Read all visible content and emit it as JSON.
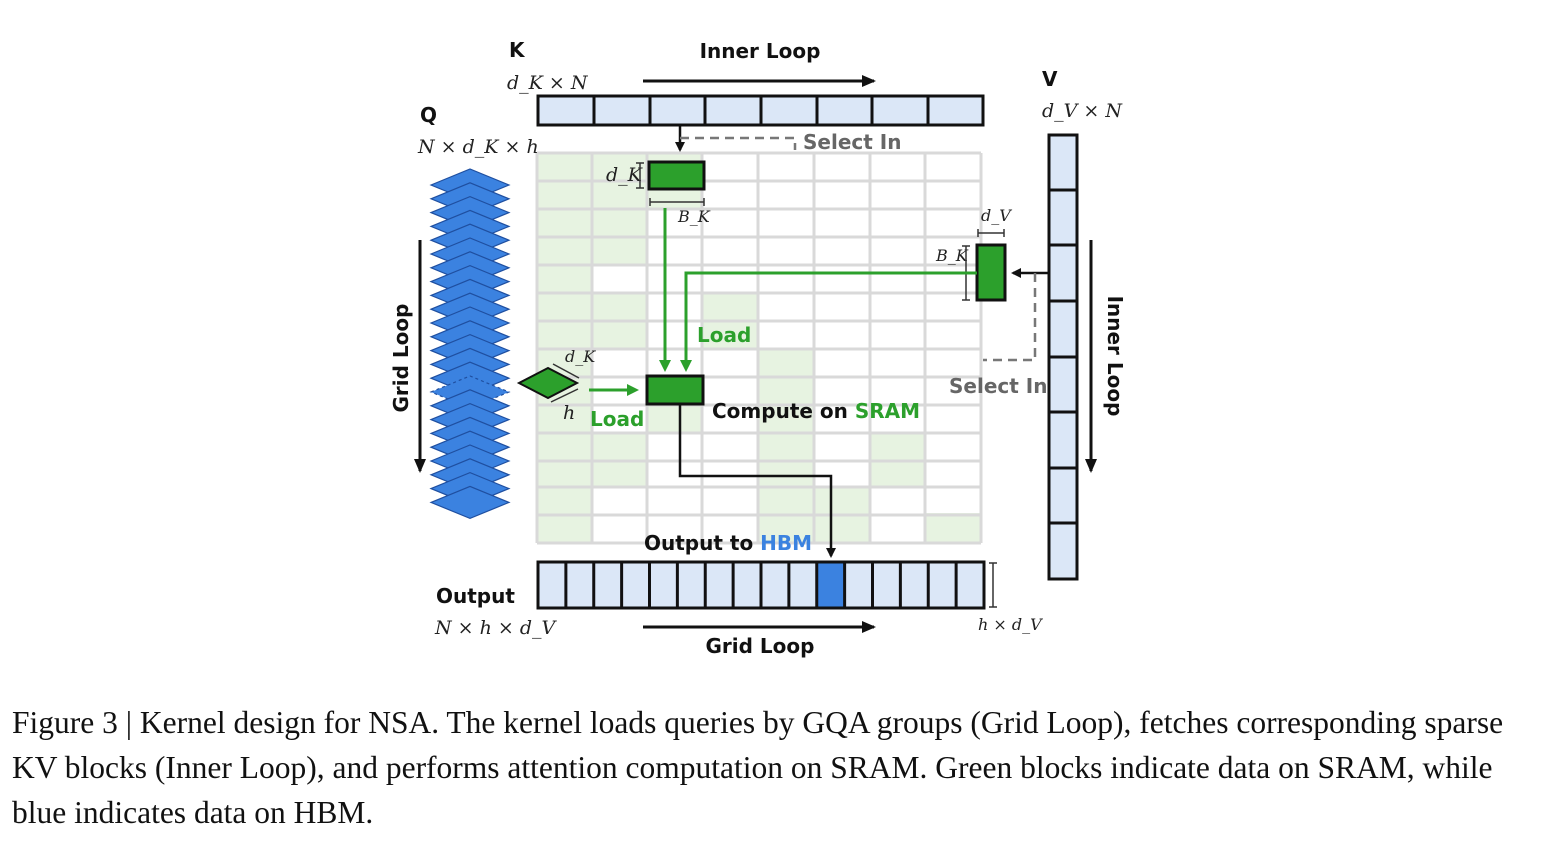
{
  "labels": {
    "k": "K",
    "k_dims": "d_K × N",
    "inner_loop_top": "Inner Loop",
    "q": "Q",
    "q_dims": "N × d_K × h",
    "v": "V",
    "v_dims": "d_V × N",
    "select_in_top": "Select In",
    "select_in_right": "Select In",
    "dk_block": "d_K",
    "bk_block": "B_K",
    "dv_block": "d_V",
    "bk_v_block": "B_K",
    "load_kv": "Load",
    "load_q": "Load",
    "dk_q": "d_K",
    "h_q": "h",
    "compute_prefix": "Compute on ",
    "compute_highlight": "SRAM",
    "grid_loop_left": "Grid Loop",
    "inner_loop_right": "Inner Loop",
    "output_to_prefix": "Output to ",
    "output_to_highlight": "HBM",
    "output": "Output",
    "output_dims": "N × h × d_V",
    "out_block_dims": "h × d_V",
    "grid_loop_bottom": "Grid Loop"
  },
  "caption": "Figure 3 | Kernel design for NSA. The kernel loads queries by GQA groups (Grid Loop), fetches corresponding sparse KV blocks (Inner Loop), and performs attention computation on SRAM. Green blocks indicate data on SRAM, while blue indicates data on HBM.",
  "colors": {
    "hbm_light": "#dbe7f7",
    "hbm_dark": "#3b82e0",
    "sram": "#2ca02c",
    "sram_light": "#e7f3e1",
    "grid_line": "#d9d9d9",
    "arrow_gray": "#777777"
  }
}
